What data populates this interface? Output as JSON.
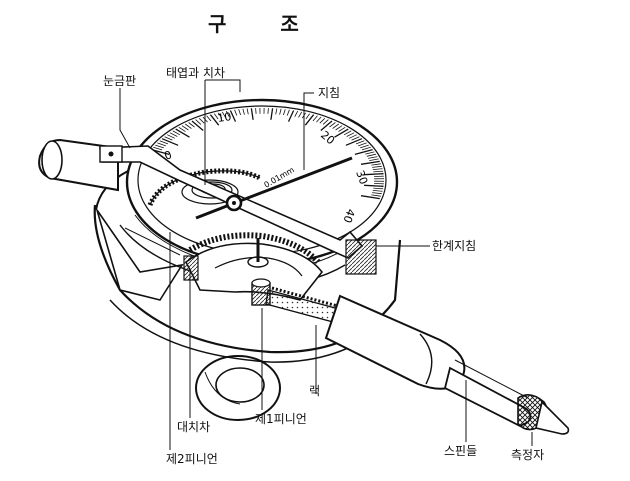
{
  "title": {
    "char1": "구",
    "char2": "조"
  },
  "labels": {
    "dial": "눈금판",
    "hairspring_and_gear": "태엽과 치차",
    "pointer": "지침",
    "limit_pointer": "한계지침",
    "rack": "랙",
    "first_pinion": "제1피니언",
    "large_gear": "대치차",
    "second_pinion": "제2피니언",
    "spindle": "스핀들",
    "contact_point": "측정자"
  },
  "dial_numbers": [
    "0",
    "10",
    "20",
    "30",
    "40"
  ],
  "dial_marking": "0.01mm"
}
